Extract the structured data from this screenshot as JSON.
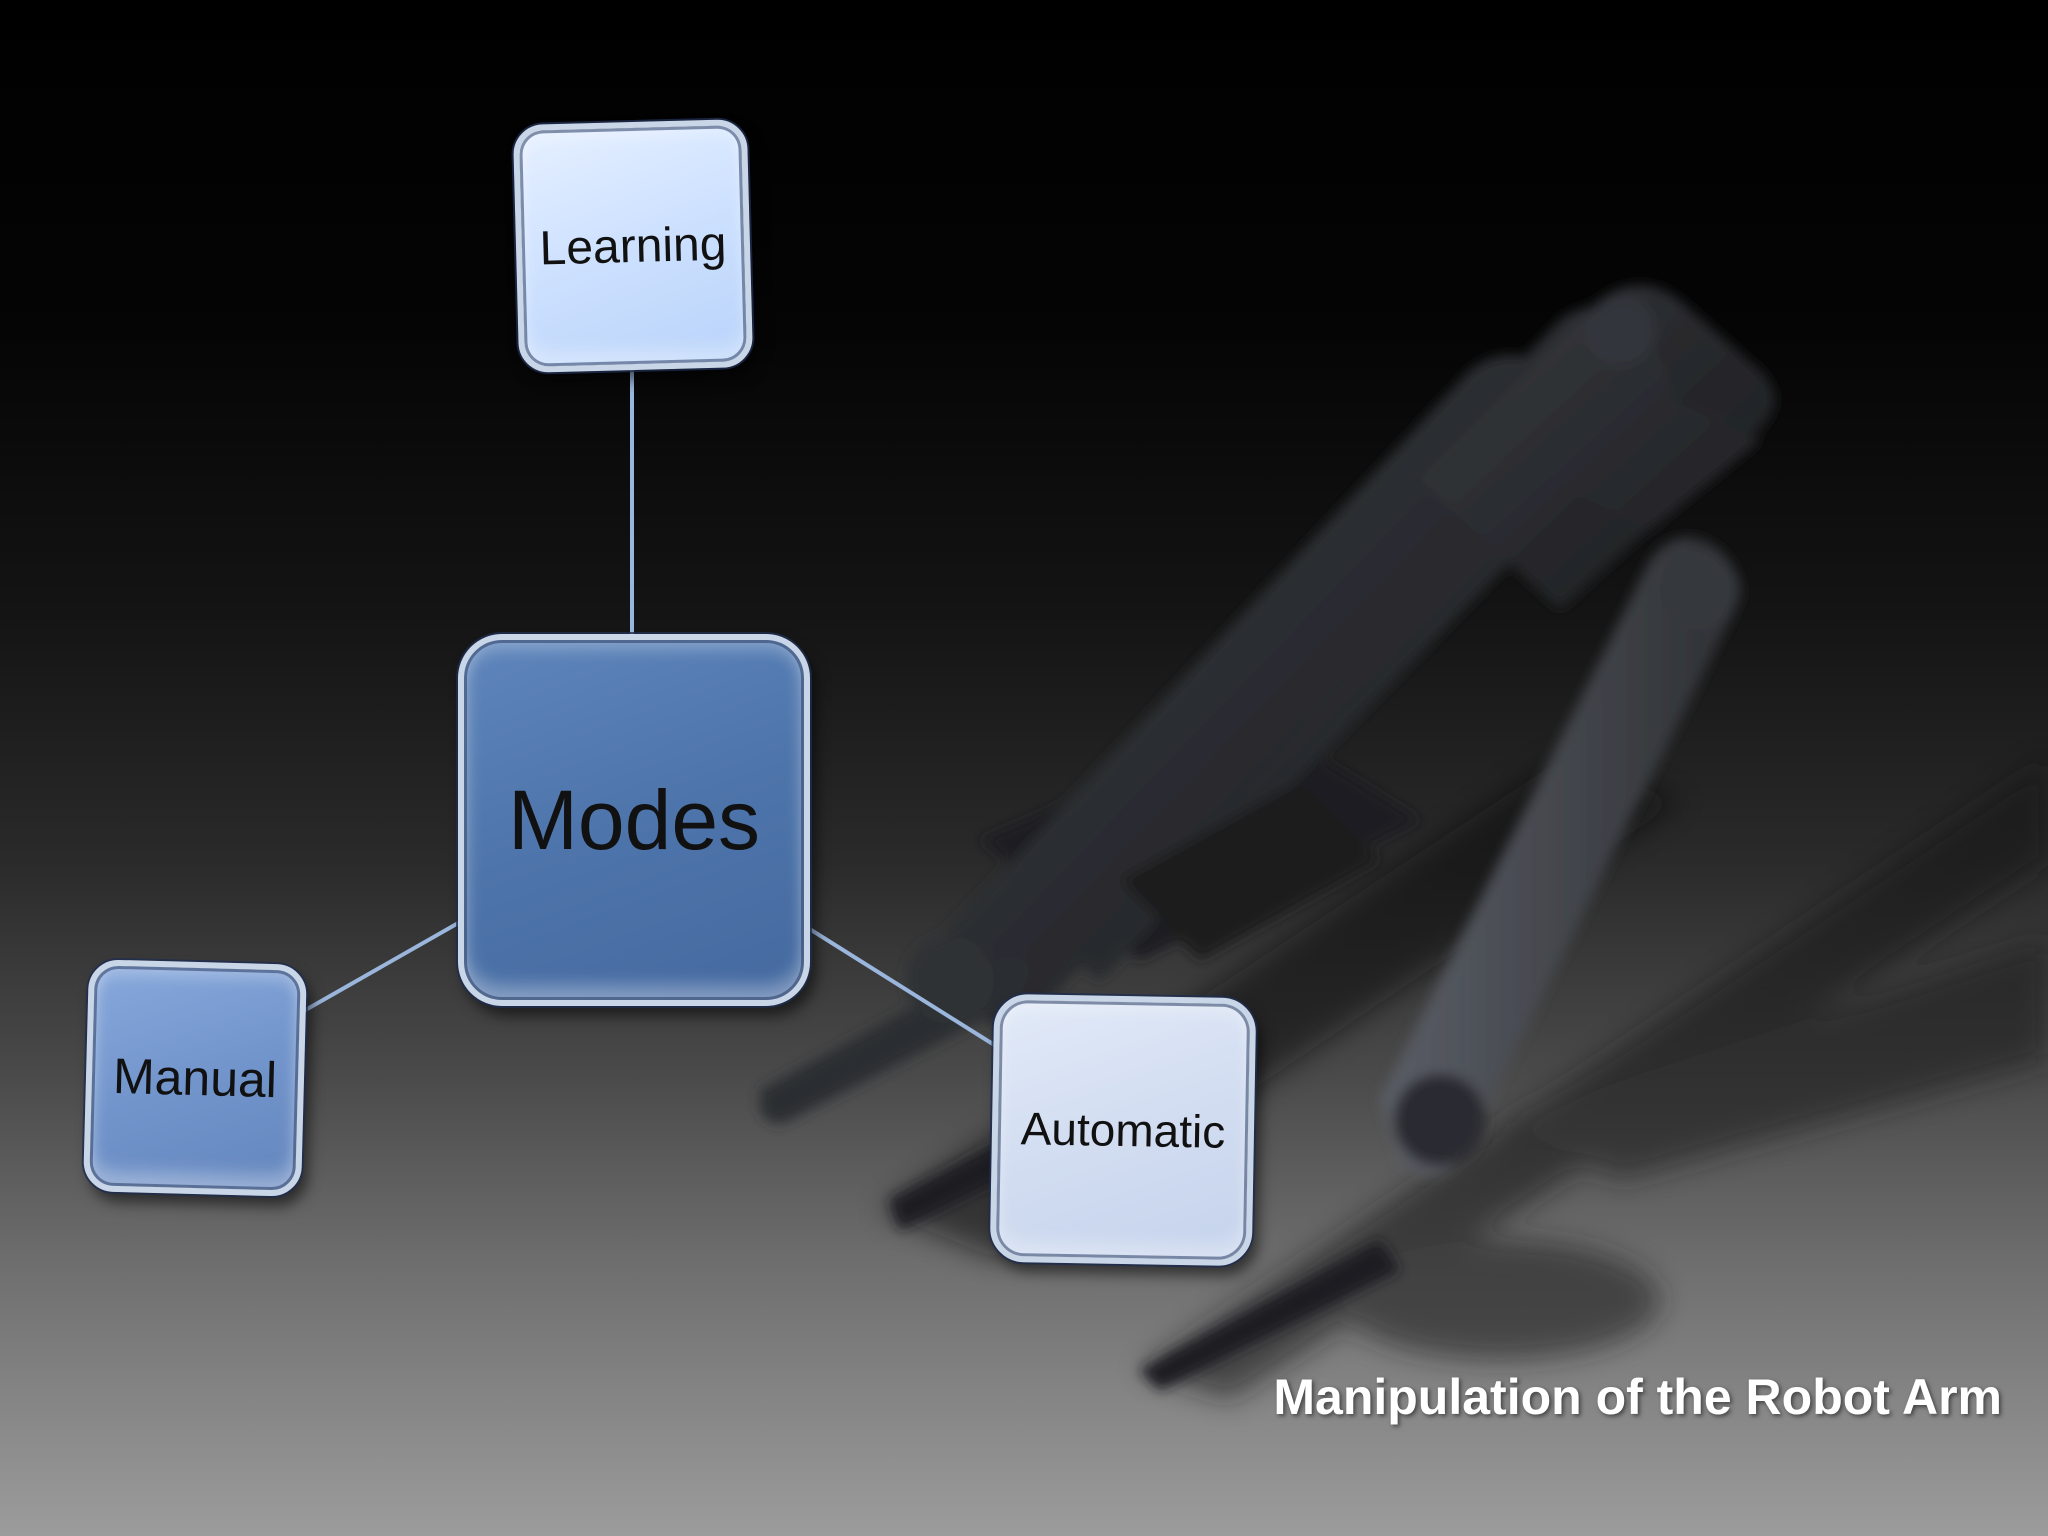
{
  "diagram": {
    "center": "Modes",
    "nodes": {
      "learning": "Learning",
      "manual": "Manual",
      "automatic": "Automatic"
    }
  },
  "caption": "Manipulation of the Robot Arm"
}
